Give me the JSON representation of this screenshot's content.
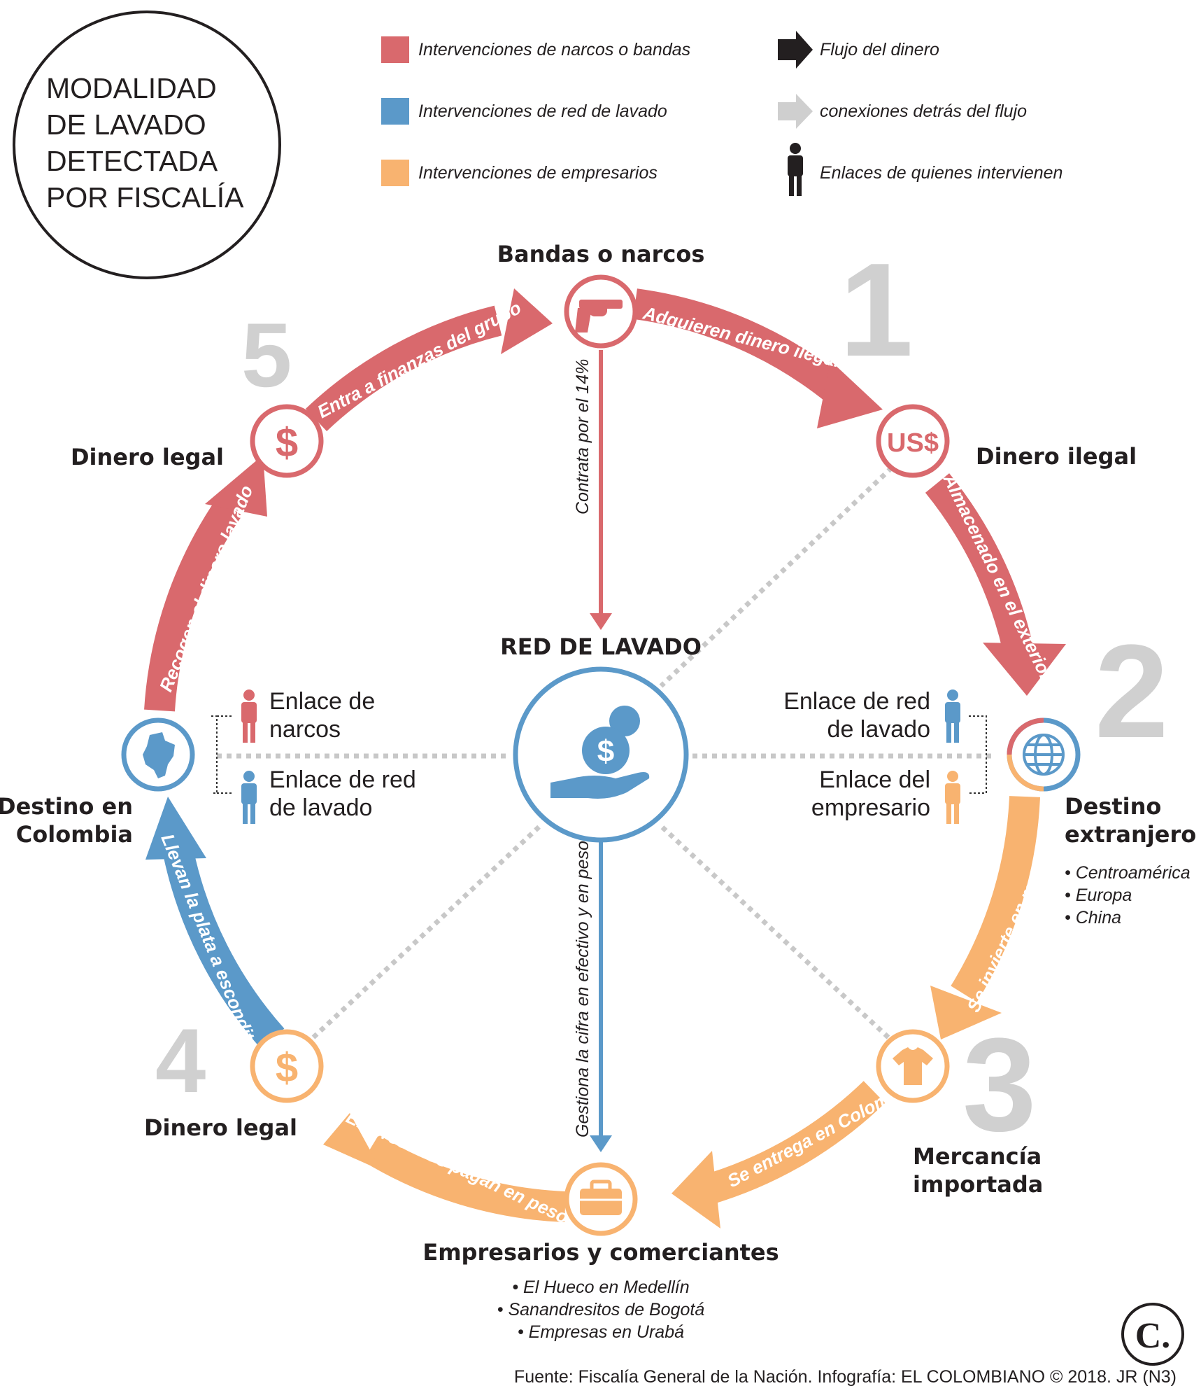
{
  "title": [
    "MODALIDAD",
    "DE LAVADO",
    "DETECTADA",
    "POR FISCALÍA"
  ],
  "legend": {
    "red": "Intervenciones de narcos o bandas",
    "blue": "Intervenciones de red de lavado",
    "orange": "Intervenciones de empresarios",
    "flow": "Flujo del dinero",
    "connections": "conexiones detrás del flujo",
    "links": "Enlaces de quienes intervienen"
  },
  "colors": {
    "red": "#d9696d",
    "blue": "#5b99c9",
    "orange": "#f8b370",
    "gray": "#cfcfcf",
    "dark": "#231f20"
  },
  "steps": [
    "1",
    "2",
    "3",
    "4",
    "5"
  ],
  "nodes": {
    "bandas": "Bandas o narcos",
    "dinero_ilegal": "Dinero ilegal",
    "destino_extranjero": [
      "Destino",
      "extranjero"
    ],
    "destino_extranjero_list": [
      "• Centroamérica",
      "• Europa",
      "• China"
    ],
    "mercancia": [
      "Mercancía",
      "importada"
    ],
    "empresarios": "Empresarios y comerciantes",
    "empresarios_list": [
      "• El Hueco en Medellín",
      "• Sanandresitos de Bogotá",
      "• Empresas en Urabá"
    ],
    "dinero_legal_4": "Dinero legal",
    "destino_colombia": [
      "Destino en",
      "Colombia"
    ],
    "dinero_legal_5": "Dinero legal",
    "red_lavado": "RED DE LAVADO",
    "usd_icon": "US$",
    "dollar_icon": "$"
  },
  "arrows": {
    "a1": "Adquieren dinero ilegal",
    "a2": "Almacenado en el exterior",
    "a3": "Se invierte en mercancía",
    "a4": "Se entrega en Colombia",
    "a5": "Empresarios pagan en pesos",
    "a6": "Llevan la plata a escondites",
    "a7": "Recogen el dinero lavado",
    "a8": "Entra a finanzas del grupo",
    "v_top": "Contrata por el 14%",
    "v_bottom": "Gestiona la cifra en efectivo y en pesos"
  },
  "links_left": {
    "narcos": [
      "Enlace de",
      "narcos"
    ],
    "red": [
      "Enlace de red",
      "de lavado"
    ]
  },
  "links_right": {
    "red": [
      "Enlace de red",
      "de lavado"
    ],
    "empresario": [
      "Enlace del",
      "empresario"
    ]
  },
  "logo": "C.",
  "source": "Fuente: Fiscalía General de la Nación. Infografía: EL COLOMBIANO © 2018. JR (N3)",
  "icons": [
    "revolver-icon",
    "usd-icon",
    "globe-icon",
    "tshirt-icon",
    "briefcase-icon",
    "dollar-icon",
    "colombia-map-icon",
    "hand-coins-icon",
    "person-icon",
    "arrow-icon"
  ]
}
